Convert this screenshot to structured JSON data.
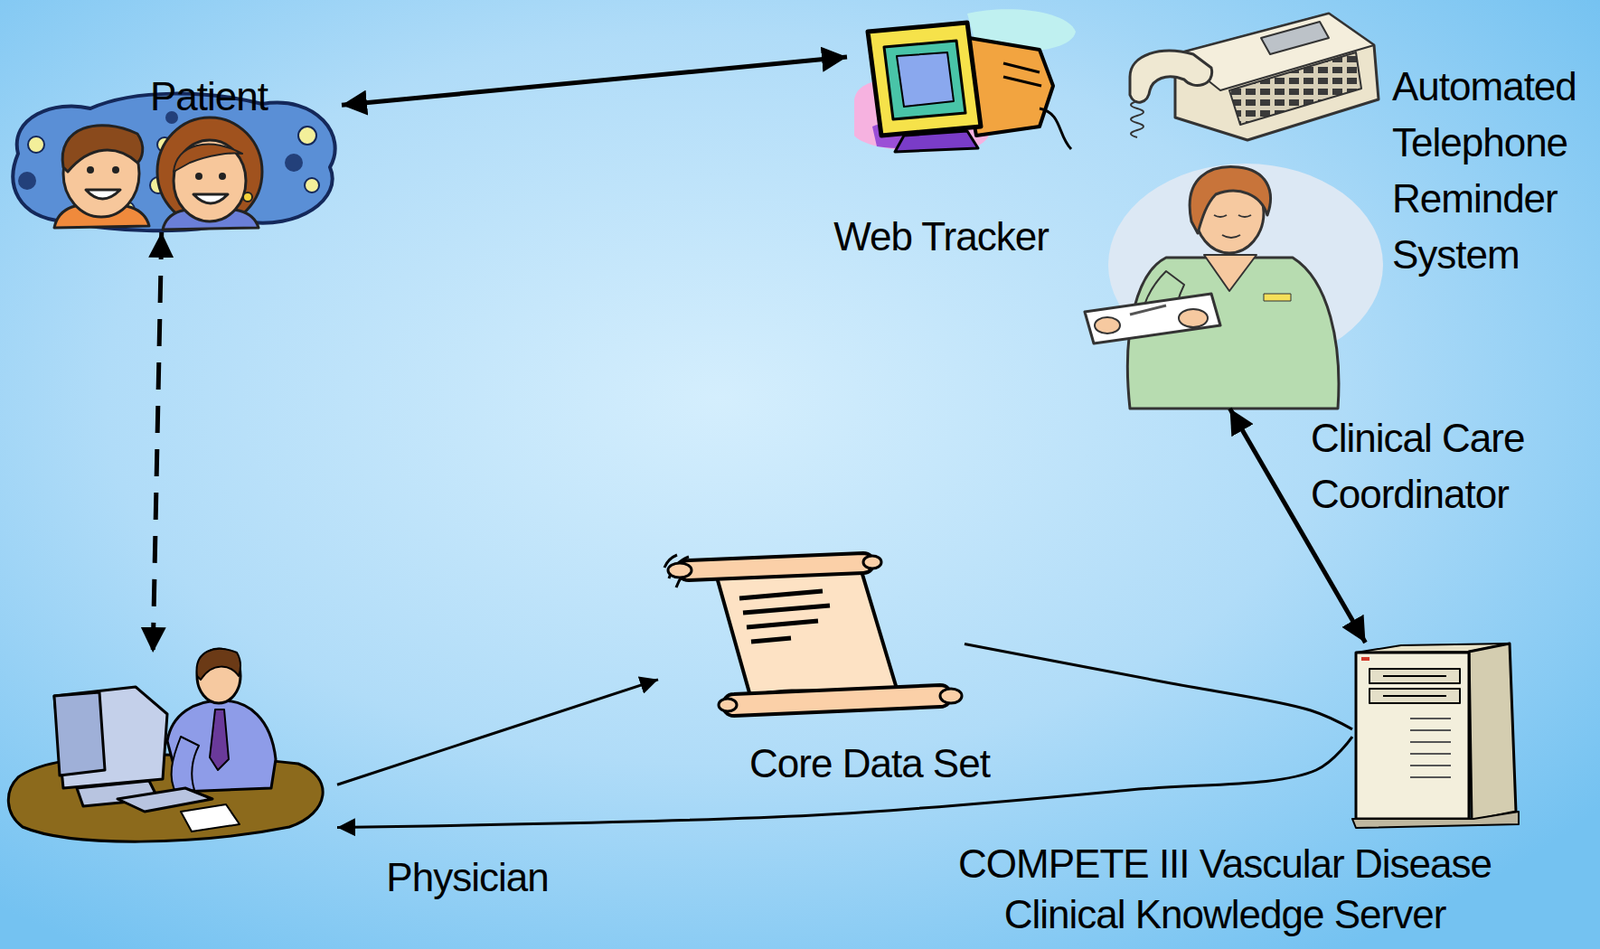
{
  "diagram": {
    "nodes": [
      {
        "text": [
          "Patient"
        ]
      },
      {
        "text": [
          "Web Tracker"
        ]
      },
      {
        "text": [
          "Automated Telephone Reminder System"
        ]
      },
      {
        "text": [
          "Clinical Care Coordinator"
        ]
      },
      {
        "text": [
          "Core Data Set"
        ]
      },
      {
        "text": [
          "Physician"
        ]
      },
      {
        "text": [
          "COMPETE III Vascular Disease Clinical Knowledge Server"
        ]
      }
    ],
    "edges": [
      {
        "from": 0,
        "to": 1,
        "arrow": "both"
      },
      {
        "from": 0,
        "to": 5,
        "arrow": "both"
      },
      {
        "from": 5,
        "to": 4,
        "arrow": "to"
      },
      {
        "from": 3,
        "to": 6,
        "arrow": "both"
      },
      {
        "from": 4,
        "to": 6,
        "arrow": "none"
      },
      {
        "from": 6,
        "to": 5,
        "arrow": "to"
      }
    ]
  }
}
